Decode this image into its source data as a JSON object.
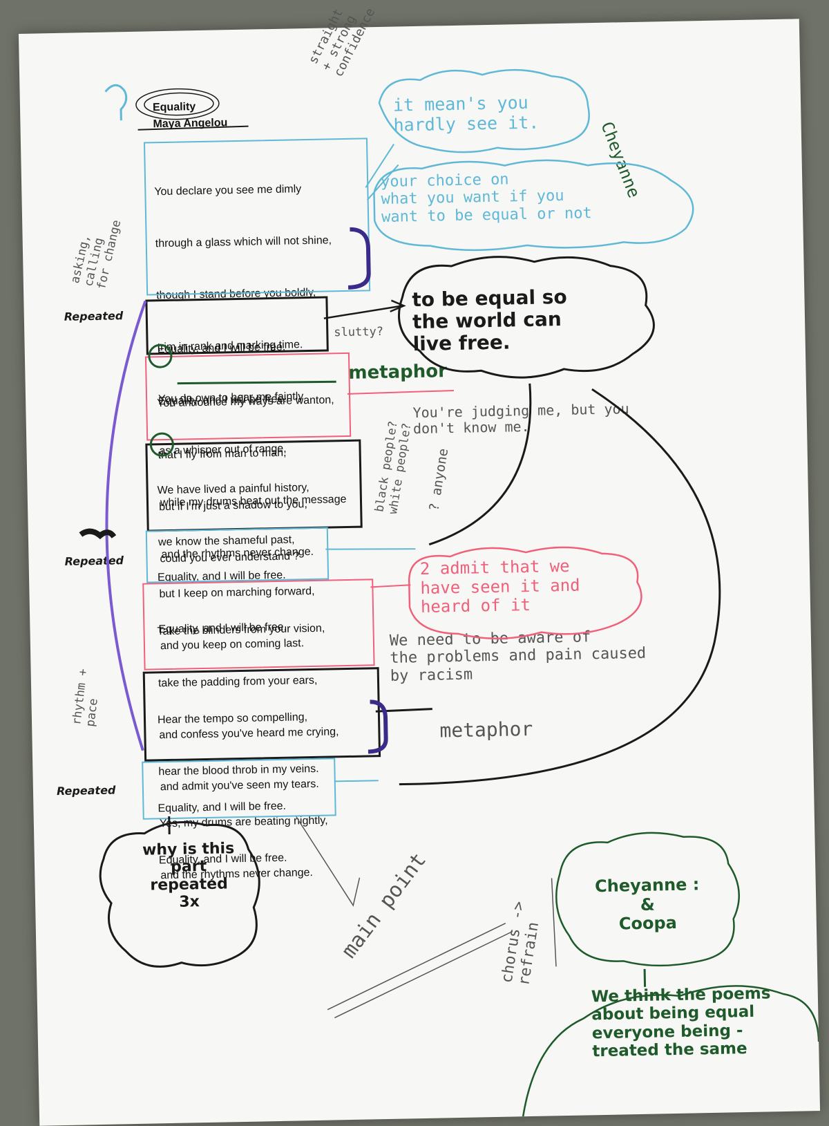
{
  "poem": {
    "title": "Equality",
    "author": "Maya Angelou",
    "stanzas": [
      [
        "You declare you see me dimly",
        "through a glass which will not shine,",
        "though I stand before you boldly,",
        "trim in rank and marking time.",
        "You do own to hear me faintly",
        "as a whisper out of range,",
        "while my drums beat out the message",
        "and the rhythms never change."
      ],
      [
        "Equality, and I will be free.",
        "Equality, and I will be free."
      ],
      [
        "You announce my ways are wanton,",
        "that I fly from man to man,",
        "but if I'm just a shadow to you,",
        "could you ever understand ?"
      ],
      [
        "We have lived a painful history,",
        "we know the shameful past,",
        "but I keep on marching forward,",
        "and you keep on coming last."
      ],
      [
        "Equality, and I will be free.",
        "Equality, and I will be free."
      ],
      [
        "Take the blinders from your vision,",
        "take the padding from your ears,",
        "and confess you've heard me crying,",
        "and admit you've seen my tears."
      ],
      [
        "Hear the tempo so compelling,",
        "hear the blood throb in my veins.",
        "Yes, my drums are beating nightly,",
        "and the rhythms never change."
      ],
      [
        "Equality, and I will be free.",
        "Equality, and I will be free."
      ]
    ]
  },
  "annotations": {
    "straight": "straight\n+ strong\nconfidence",
    "hardly": "it mean's you\nhardly see it.",
    "choice": "your choice on\nwhat you want if you\nwant to be equal or not",
    "cheyanne_side": "Cheyanne",
    "asking": "asking,\ncalling\nfor change",
    "equal_world": "to be equal so\nthe world can\nlive free.",
    "slutty": "slutty?",
    "metaphor1": "metaphor",
    "repeated": "Repeated",
    "judging": "You're judging me, but you\ndon't know me.",
    "black_people": "black people?\nwhite people?",
    "anyone": "? anyone",
    "admit": "2 admit that we\nhave seen it and\nheard of it",
    "aware": "We need to be aware of\nthe problems and pain caused\nby racism",
    "rhythm": "rhythm +\npace",
    "metaphor2": "metaphor",
    "why": "why is this\npart\nrepeated\n3x",
    "main_point": "main point",
    "chorus": "chorus ->\nrefrain",
    "names": "Cheyanne :\n&\nCoopa",
    "conclusion": "We think the poems\nabout being equal\neveryone being -\ntreated the same"
  },
  "colors": {
    "blue": "#5fb8d6",
    "pink": "#f0607a",
    "black": "#1a1a1a",
    "green": "#1e5a2a",
    "purple": "#3a2a8a",
    "grey": "#555555",
    "paper": "#f7f7f5",
    "background": "#6f7268"
  }
}
